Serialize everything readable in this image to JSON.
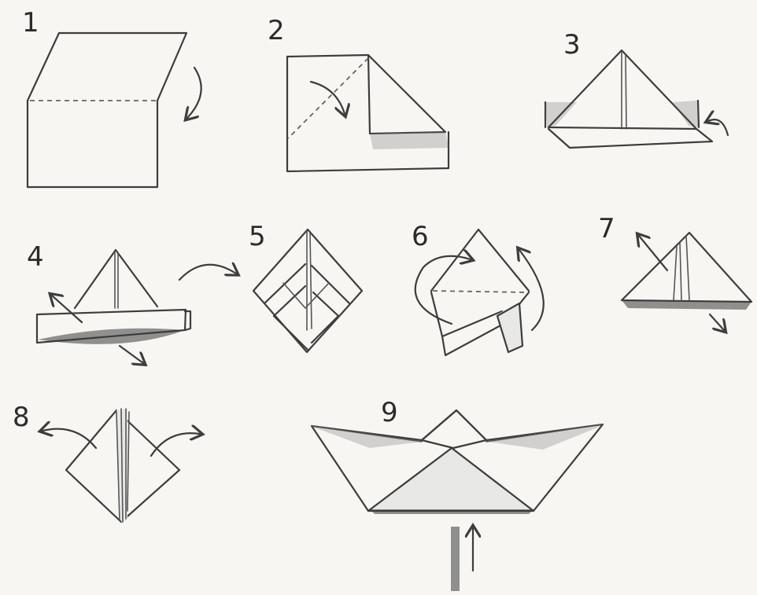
{
  "steps": [
    {
      "number": "1"
    },
    {
      "number": "2"
    },
    {
      "number": "3"
    },
    {
      "number": "4"
    },
    {
      "number": "5"
    },
    {
      "number": "6"
    },
    {
      "number": "7"
    },
    {
      "number": "8"
    },
    {
      "number": "9"
    }
  ]
}
